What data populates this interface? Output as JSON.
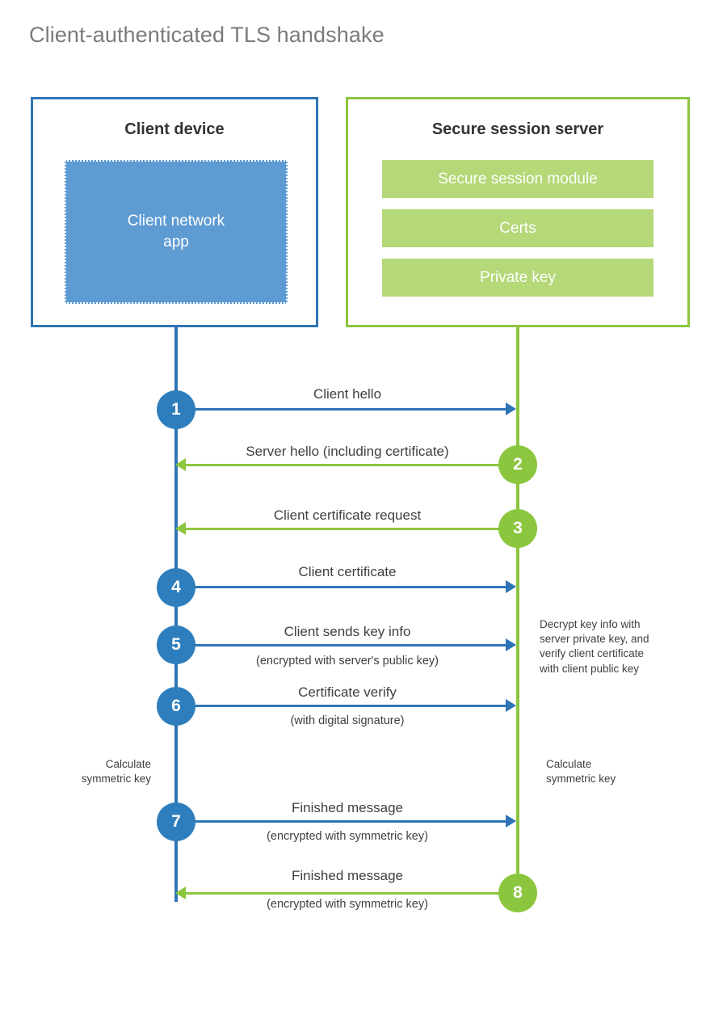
{
  "title": "Client-authenticated TLS handshake",
  "colors": {
    "client_accent": "#2e75b6",
    "client_circle": "#2e7ebd",
    "client_app_fill": "#5e9bd3",
    "server_accent": "#8cc63f",
    "server_block_fill": "#b5d878",
    "text": "#3f3f3f",
    "title_text": "#7b7b7b",
    "background": "#ffffff"
  },
  "parties": {
    "client": {
      "title": "Client device",
      "app_label": "Client network\napp"
    },
    "server": {
      "title": "Secure session server",
      "blocks": [
        {
          "label": "Secure session module"
        },
        {
          "label": "Certs"
        },
        {
          "label": "Private key"
        }
      ]
    }
  },
  "steps": [
    {
      "number": "1",
      "label": "Client hello",
      "sublabel": "",
      "direction": "client-to-server",
      "color": "blue"
    },
    {
      "number": "2",
      "label": "Server hello (including certificate)",
      "sublabel": "",
      "direction": "server-to-client",
      "color": "green"
    },
    {
      "number": "3",
      "label": "Client certificate request",
      "sublabel": "",
      "direction": "server-to-client",
      "color": "green"
    },
    {
      "number": "4",
      "label": "Client certificate",
      "sublabel": "",
      "direction": "client-to-server",
      "color": "blue"
    },
    {
      "number": "5",
      "label": "Client sends key info",
      "sublabel": "(encrypted with server's public key)",
      "direction": "client-to-server",
      "color": "blue"
    },
    {
      "number": "6",
      "label": "Certificate verify",
      "sublabel": "(with digital signature)",
      "direction": "client-to-server",
      "color": "blue"
    },
    {
      "number": "7",
      "label": "Finished message",
      "sublabel": "(encrypted with symmetric key)",
      "direction": "client-to-server",
      "color": "blue"
    },
    {
      "number": "8",
      "label": "Finished message",
      "sublabel": "(encrypted with symmetric key)",
      "direction": "server-to-client",
      "color": "green"
    }
  ],
  "annotations": {
    "server_decrypt": "Decrypt key info with\nserver private key, and\nverify client certificate\nwith client public key",
    "client_calculate": "Calculate\nsymmetric key",
    "server_calculate": "Calculate\nsymmetric key"
  }
}
